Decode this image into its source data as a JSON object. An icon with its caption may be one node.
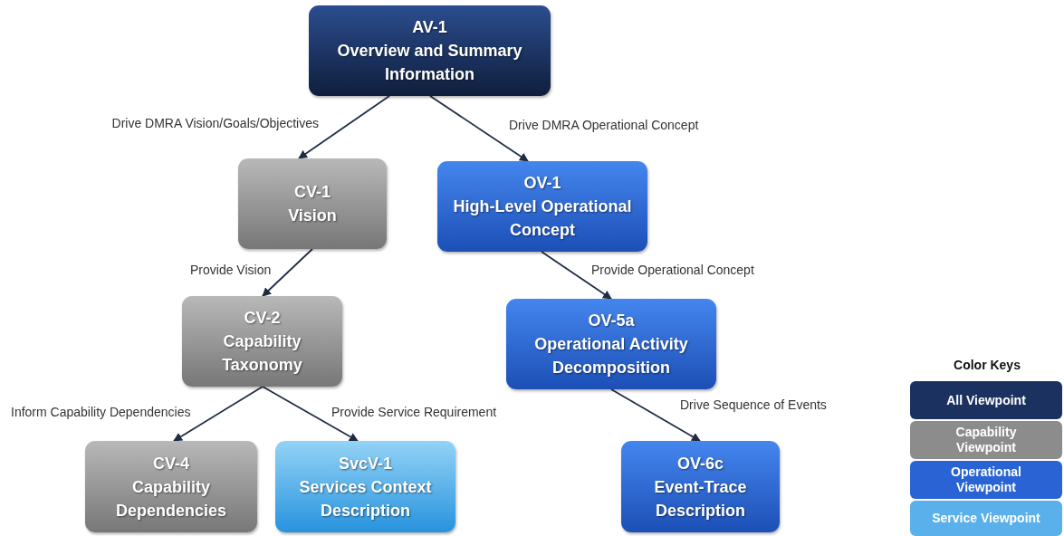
{
  "diagram": {
    "nodes": [
      {
        "text": [
          "AV-1",
          "Overview and Summary Information"
        ]
      },
      {
        "text": [
          "CV-1",
          "Vision"
        ]
      },
      {
        "text": [
          "OV-1",
          "High-Level Operational Concept"
        ]
      },
      {
        "text": [
          "CV-2",
          "Capability Taxonomy"
        ]
      },
      {
        "text": [
          "OV-5a",
          "Operational Activity Decomposition"
        ]
      },
      {
        "text": [
          "CV-4",
          "Capability Dependencies"
        ]
      },
      {
        "text": [
          "SvcV-1",
          "Services Context Description"
        ]
      },
      {
        "text": [
          "OV-6c",
          "Event-Trace Description"
        ]
      }
    ],
    "edges": [
      {
        "from": 0,
        "to": 1,
        "arrow": "to",
        "label": "Drive DMRA Vision/Goals/Objectives"
      },
      {
        "from": 0,
        "to": 2,
        "arrow": "to",
        "label": "Drive DMRA Operational Concept"
      },
      {
        "from": 1,
        "to": 3,
        "arrow": "to",
        "label": "Provide Vision"
      },
      {
        "from": 2,
        "to": 4,
        "arrow": "to",
        "label": "Provide Operational Concept"
      },
      {
        "from": 3,
        "to": 5,
        "arrow": "to",
        "label": "Inform Capability Dependencies"
      },
      {
        "from": 3,
        "to": 6,
        "arrow": "to",
        "label": "Provide Service Requirement"
      },
      {
        "from": 4,
        "to": 7,
        "arrow": "to",
        "label": "Drive Sequence of Events"
      }
    ],
    "labels": [
      "Color Keys"
    ],
    "legend": [
      {
        "text": "All Viewpoint",
        "color": "#1b3160"
      },
      {
        "text": "Capability Viewpoint",
        "color": "#8c8c8c"
      },
      {
        "text": "Operational Viewpoint",
        "color": "#2a64d4"
      },
      {
        "text": "Service Viewpoint",
        "color": "#5ab0ea"
      }
    ]
  }
}
